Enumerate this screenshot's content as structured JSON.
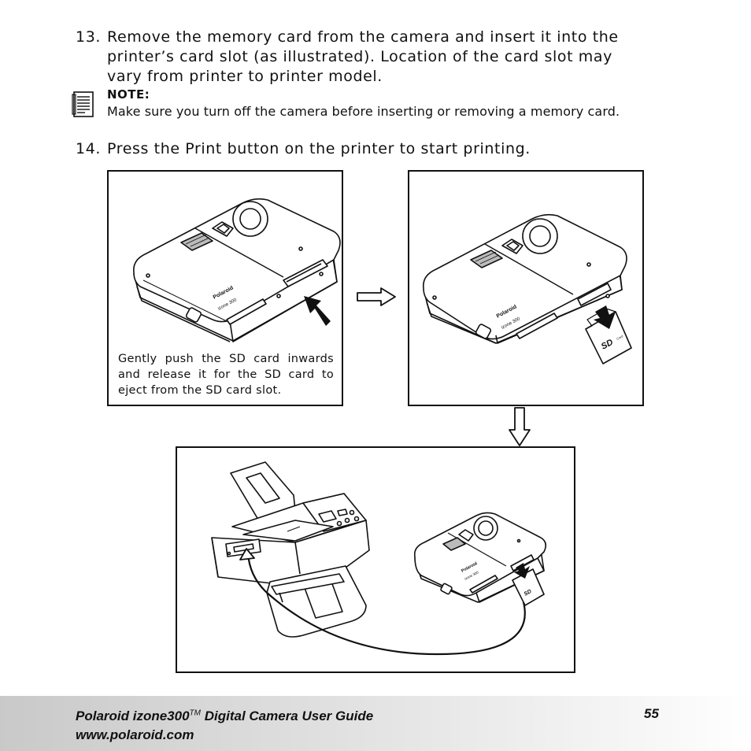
{
  "steps": [
    {
      "number": "13.",
      "text": "Remove the memory card from the camera and insert it into the printer’s card slot (as illustrated). Location of the card slot may vary from printer to printer model."
    },
    {
      "number": "14.",
      "text": "Press the Print button on the printer to start printing."
    }
  ],
  "note": {
    "label": "NOTE:",
    "text": "Make sure you turn off the camera before inserting or removing a memory card.",
    "icon": "note-pad-icon"
  },
  "illustrations": {
    "panel1_caption": "Gently push the SD card inwards and release it for the SD card to eject from the SD card slot.",
    "camera_brand": "Polaroid",
    "camera_model": "izone 300",
    "card_label": "SD",
    "card_sub": "Card"
  },
  "footer": {
    "title": "Polaroid izone300",
    "trademark": "TM",
    "title_rest": " Digital Camera User Guide",
    "url": "www.polaroid.com",
    "page_number": "55",
    "gradient_color": "#c9c9c9"
  }
}
